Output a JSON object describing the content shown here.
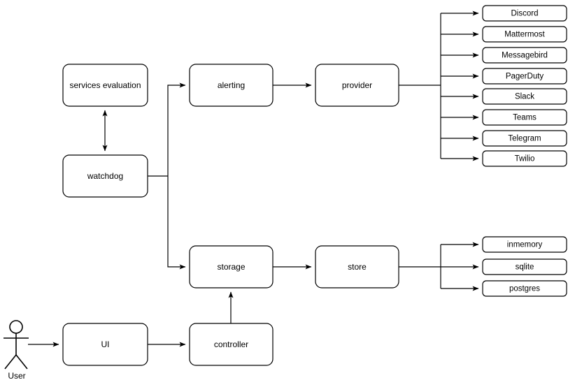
{
  "diagram": {
    "title": "service architecture flow diagram",
    "background_color": "#ffffff",
    "stroke_color": "#000000",
    "fill_color": "#ffffff",
    "actor": {
      "label": "User",
      "icon": "stick-figure-actor-icon"
    },
    "nodes": {
      "services_evaluation": "services evaluation",
      "watchdog": "watchdog",
      "alerting": "alerting",
      "provider": "provider",
      "storage": "storage",
      "store": "store",
      "ui": "UI",
      "controller": "controller"
    },
    "providers": [
      "Discord",
      "Mattermost",
      "Messagebird",
      "PagerDuty",
      "Slack",
      "Teams",
      "Telegram",
      "Twilio"
    ],
    "stores": [
      "inmemory",
      "sqlite",
      "postgres"
    ],
    "edges": [
      {
        "name": "user-to-ui",
        "from": "User",
        "to": "UI",
        "arrow": "single"
      },
      {
        "name": "ui-to-controller",
        "from": "UI",
        "to": "controller",
        "arrow": "single"
      },
      {
        "name": "controller-to-storage",
        "from": "controller",
        "to": "storage",
        "arrow": "single"
      },
      {
        "name": "watchdog-to-services-evaluation",
        "from": "watchdog",
        "to": "services evaluation",
        "arrow": "double"
      },
      {
        "name": "watchdog-to-alerting",
        "from": "watchdog",
        "to": "alerting",
        "arrow": "single"
      },
      {
        "name": "watchdog-to-storage",
        "from": "watchdog",
        "to": "storage",
        "arrow": "single"
      },
      {
        "name": "alerting-to-provider",
        "from": "alerting",
        "to": "provider",
        "arrow": "single"
      },
      {
        "name": "provider-to-providers",
        "from": "provider",
        "to": "providers",
        "arrow": "single"
      },
      {
        "name": "storage-to-store",
        "from": "storage",
        "to": "store",
        "arrow": "single"
      },
      {
        "name": "store-to-stores",
        "from": "store",
        "to": "stores",
        "arrow": "single"
      }
    ]
  }
}
